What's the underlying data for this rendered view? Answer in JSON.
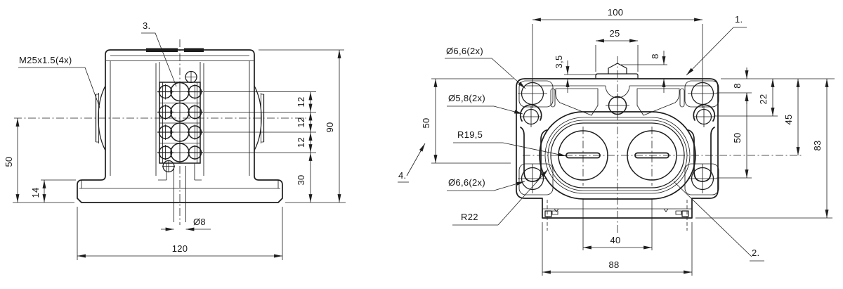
{
  "colors": {
    "background": "#ffffff",
    "line": "#1d1d1d"
  },
  "front_view": {
    "callouts": {
      "thread": "M25x1.5(4x)",
      "item3": "3."
    },
    "dims": {
      "d12a": "12",
      "d12b": "12",
      "d12c": "12",
      "d90": "90",
      "d30": "30",
      "d50": "50",
      "d14": "14",
      "d8": "Ø8",
      "d120": "120"
    }
  },
  "top_view": {
    "callouts": {
      "item1": "1.",
      "item2": "2.",
      "item4": "4.",
      "hole_top": "Ø6,6(2x)",
      "hole_mid": "Ø5,8(2x)",
      "r_inner": "R19,5",
      "hole_bot": "Ø6,6(2x)",
      "r_outer": "R22"
    },
    "dims": {
      "d100": "100",
      "d25": "25",
      "d35": "3,5",
      "d8top": "8",
      "d8": "8",
      "d22": "22",
      "d45": "45",
      "d50r": "50",
      "d50l": "50",
      "d83": "83",
      "d40": "40",
      "d88": "88"
    }
  }
}
